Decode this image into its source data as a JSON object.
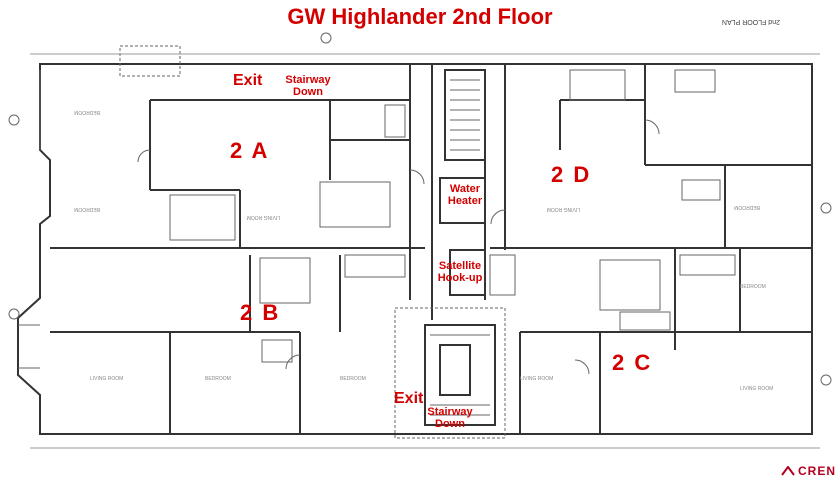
{
  "title": "GW Highlander 2nd Floor",
  "plan_note": "2nd FLOOR PLAN",
  "units": {
    "a": "2 A",
    "b": "2 B",
    "c": "2 C",
    "d": "2 D"
  },
  "labels": {
    "exit_top": "Exit",
    "stair_top_l1": "Stairway",
    "stair_top_l2": "Down",
    "water_l1": "Water",
    "water_l2": "Heater",
    "sat_l1": "Satellite",
    "sat_l2": "Hook-up",
    "exit_bottom": "Exit",
    "stair_bot_l1": "Stairway",
    "stair_bot_l2": "Down"
  },
  "logo": {
    "text": "CREN",
    "color": "#b40020"
  },
  "colors": {
    "label": "#d40000",
    "wall": "#333333",
    "linework": "#555555"
  }
}
